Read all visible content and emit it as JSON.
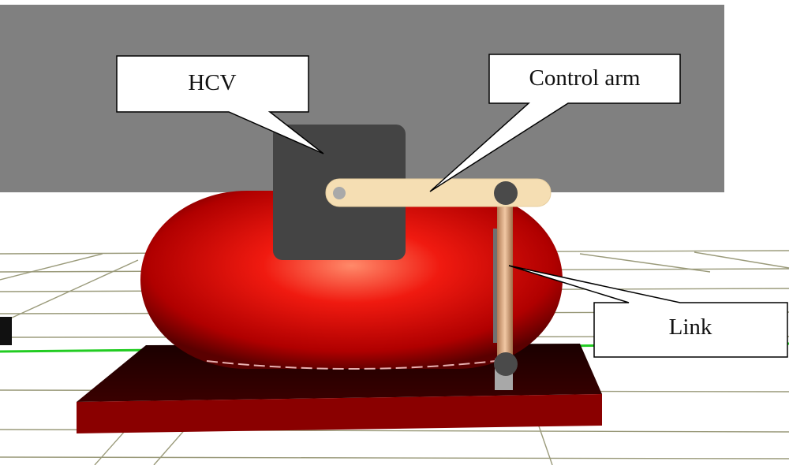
{
  "labels": {
    "hcv": "HCV",
    "control_arm": "Control arm",
    "link": "Link"
  },
  "colors": {
    "background": "#ffffff",
    "vehicle_body": "#808080",
    "hcv_block": "#444444",
    "tire": "#e01010",
    "tire_shadow": "#6a0000",
    "control_arm": "#f5deb3",
    "link_rod": "#d9a27a",
    "joint": "#4a4a4a",
    "base_plate": "#8a0000",
    "ground_axis": "#22cc22",
    "grid_line": "#9a9a7a"
  }
}
